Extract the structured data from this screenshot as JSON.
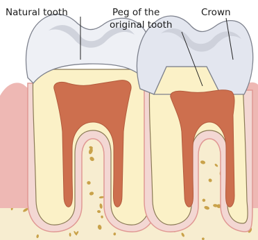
{
  "labels": {
    "natural_tooth": "Natural tooth",
    "peg_line1": "Peg of the",
    "peg_line2": "original tooth",
    "crown": "Crown"
  },
  "colors": {
    "bone": "#f7edd0",
    "bone_speck": "#c9a24a",
    "gum": "#eeb8b4",
    "gum_dark": "#e09893",
    "root_layer": "#f3d7d3",
    "enamel": "#eef0f5",
    "enamel_shade": "#c8ccd6",
    "dentin": "#fbf1c7",
    "pulp": "#cd6f4e",
    "pulp_dark": "#b25a3c",
    "crown": "#e3e6ef",
    "peg": "#fbf1c7",
    "outline": "#6a6a6a",
    "leader": "#222222"
  }
}
